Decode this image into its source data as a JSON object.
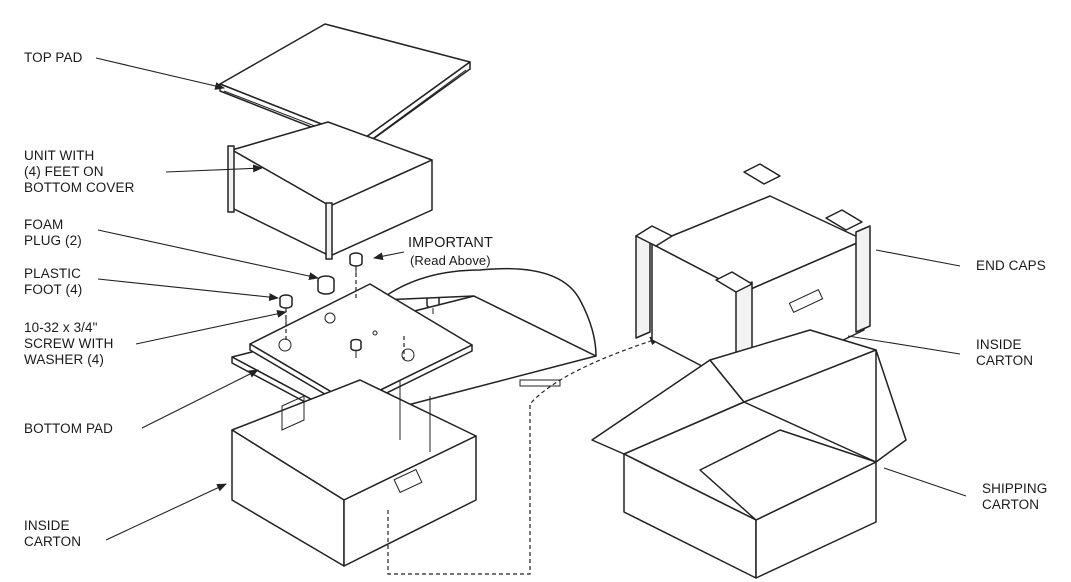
{
  "labels": {
    "top_pad": "TOP PAD",
    "unit_with_feet": "UNIT WITH\n(4) FEET ON\nBOTTOM COVER",
    "foam_plug": "FOAM\nPLUG (2)",
    "plastic_foot": "PLASTIC\nFOOT (4)",
    "screw_with_washer": "10-32 x 3/4\"\nSCREW WITH\nWASHER (4)",
    "bottom_pad": "BOTTOM PAD",
    "inside_carton_left": "INSIDE\nCARTON",
    "important": "IMPORTANT",
    "read_above": "(Read Above)",
    "end_caps": "END CAPS",
    "inside_carton_right": "INSIDE\nCARTON",
    "shipping_carton": "SHIPPING\nCARTON"
  }
}
